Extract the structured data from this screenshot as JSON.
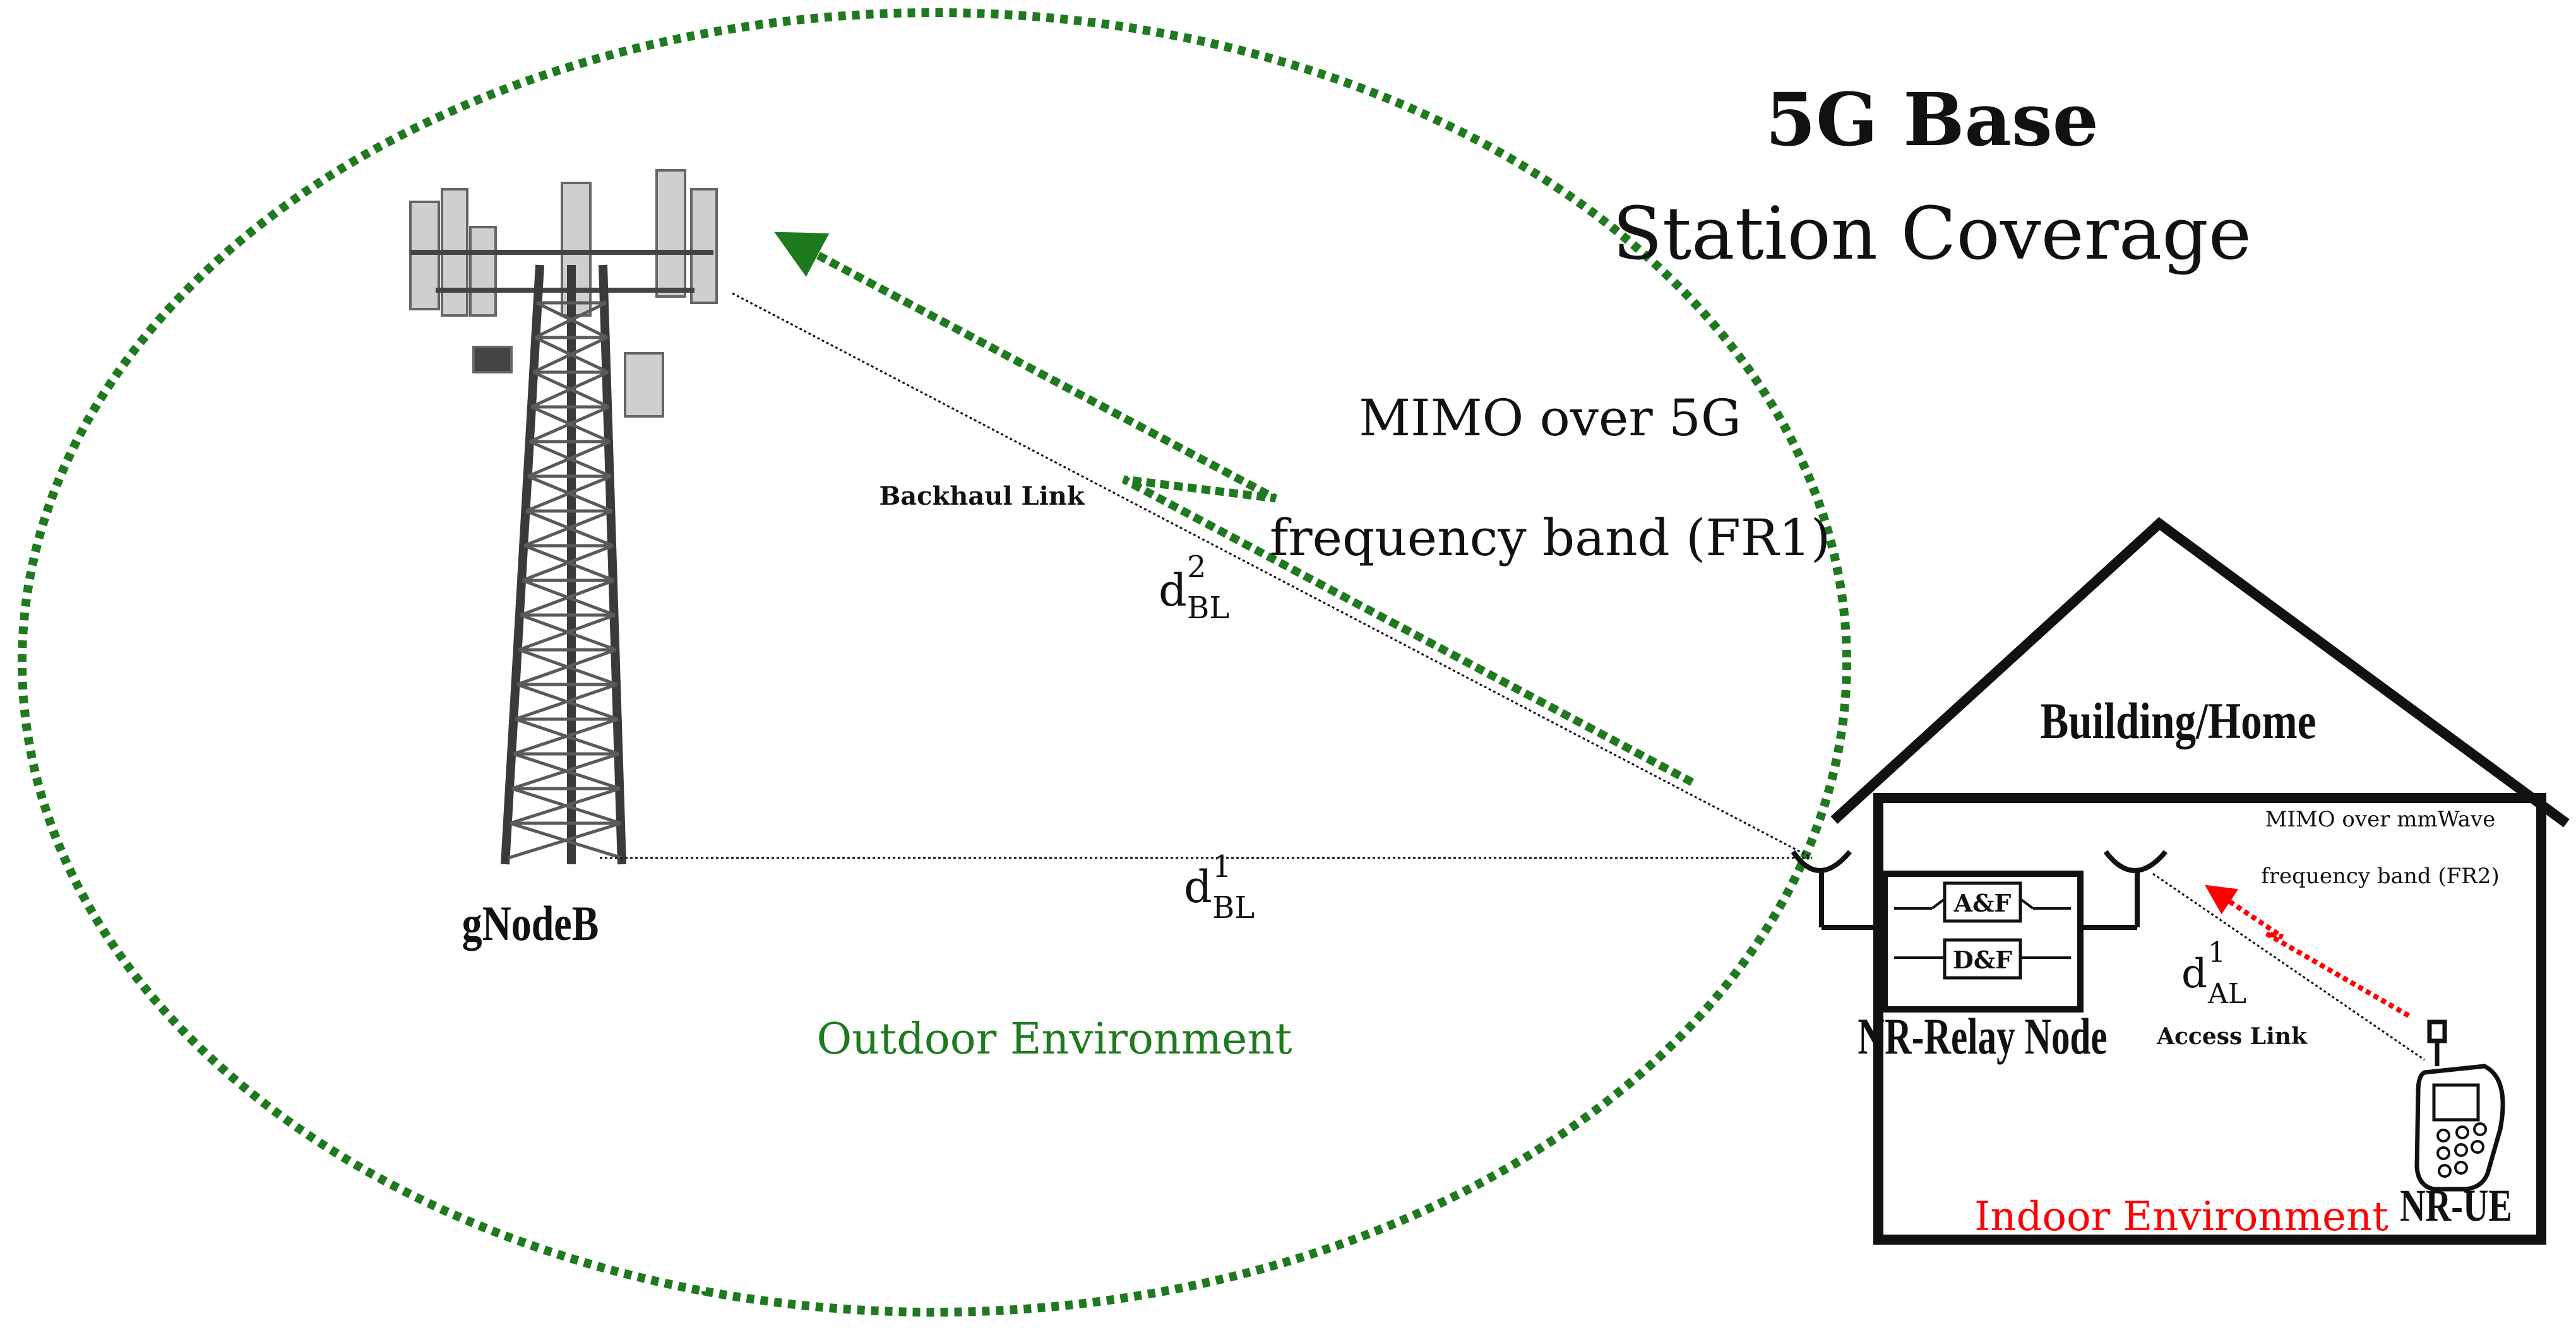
{
  "title": {
    "line1": "5G Base",
    "line2": "Station Coverage"
  },
  "labels": {
    "gnodeb": "gNodeB",
    "outdoor": "Outdoor Environment",
    "indoor": "Indoor Environment",
    "building": "Building/Home",
    "relay": "NR-Relay Node",
    "ue": "NR-UE",
    "backhaul_link": "Backhaul Link",
    "access_link": "Access Link",
    "mimo_fr1_line1": "MIMO over 5G",
    "mimo_fr1_line2": "frequency band (FR1)",
    "mimo_fr2_line1": "MIMO over mmWave",
    "mimo_fr2_line2": "frequency band (FR2)",
    "af": "A&F",
    "df": "D&F"
  },
  "distances": {
    "d_bl1": {
      "base": "d",
      "sub": "BL",
      "sup": "1"
    },
    "d_bl2": {
      "base": "d",
      "sub": "BL",
      "sup": "2"
    },
    "d_al1": {
      "base": "d",
      "sub": "AL",
      "sup": "1"
    }
  },
  "colors": {
    "outdoor": "#1f7a1f",
    "indoor": "#ff0000",
    "line": "#111111"
  }
}
